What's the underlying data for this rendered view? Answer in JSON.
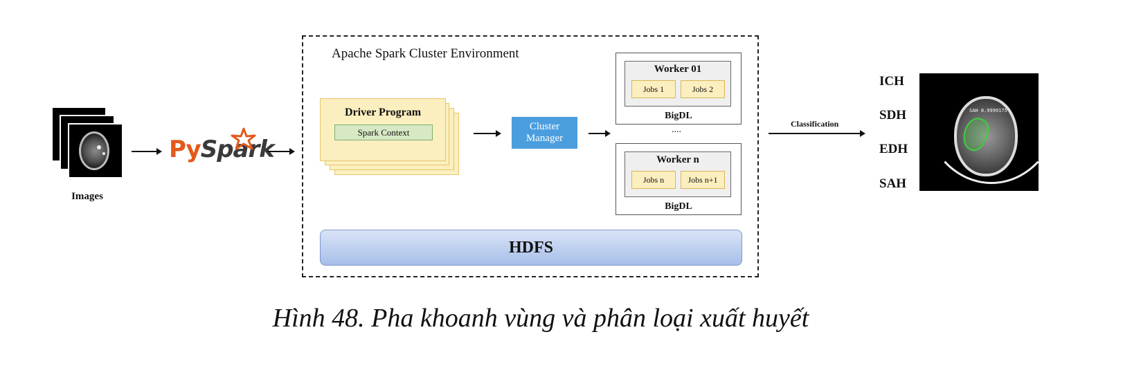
{
  "images_label": "Images",
  "pyspark": {
    "py": "Py",
    "spark": "Spark"
  },
  "cluster": {
    "title": "Apache Spark Cluster Environment",
    "driver": {
      "title": "Driver Program",
      "context": "Spark Context"
    },
    "cluster_manager": {
      "line1": "Cluster",
      "line2": "Manager"
    },
    "workers": [
      {
        "title": "Worker 01",
        "jobs": [
          "Jobs 1",
          "Jobs 2"
        ],
        "footer": "BigDL"
      },
      {
        "title": "Worker n",
        "jobs": [
          "Jobs n",
          "Jobs n+1"
        ],
        "footer": "BigDL"
      }
    ],
    "ellipsis": "....",
    "hdfs": "HDFS"
  },
  "classification_label": "Classification",
  "categories": [
    "ICH",
    "SDH",
    "EDH",
    "SAH"
  ],
  "ct_overlay_label": "SAH 0.9999175",
  "caption": "Hình 48. Pha khoanh vùng và phân loại xuất huyết",
  "colors": {
    "driver_fill": "#fcefbf",
    "context_fill": "#d7e8c4",
    "cluster_manager_fill": "#4a9ede",
    "hdfs_fill": "#a7bfe9",
    "lesion_outline": "#3cd13c",
    "pyspark_accent": "#e25a1c"
  }
}
